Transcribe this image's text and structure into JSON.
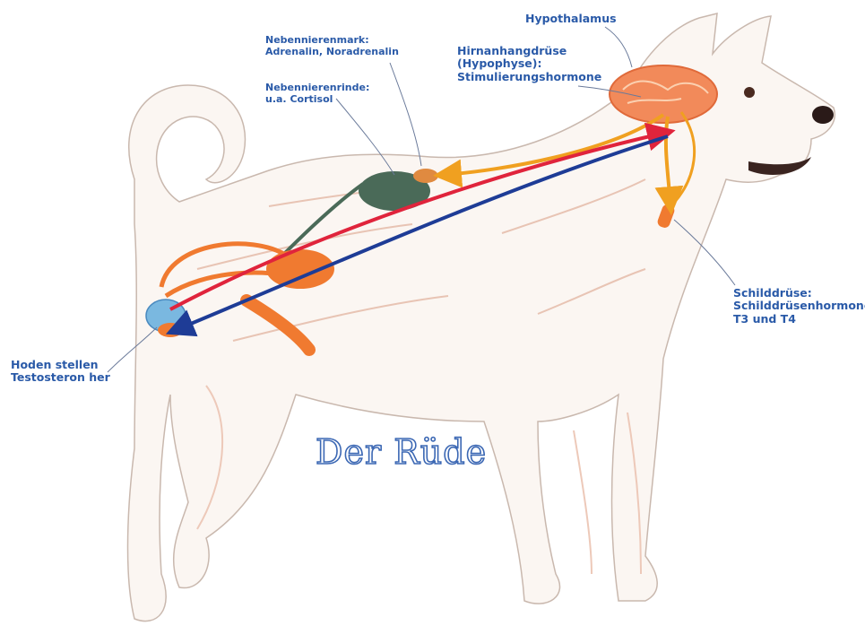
{
  "title": "Der Rüde",
  "labels": {
    "hypothalamus": [
      "Hypothalamus"
    ],
    "hypophyse": [
      "Hirnanhangdrüse",
      "(Hypophyse):",
      "Stimulierungshormone"
    ],
    "nebennierenmark": [
      "Nebennierenmark:",
      "Adrenalin, Noradrenalin"
    ],
    "nebennierenrinde": [
      "Nebennierenrinde:",
      "u.a. Cortisol"
    ],
    "schilddruese": [
      "Schilddrüse:",
      "Schilddrüsenhormone",
      "T3 und T4"
    ],
    "hoden": [
      "Hoden stellen",
      "Testosteron her"
    ]
  },
  "colors": {
    "label_text": "#2a5aa8",
    "hormone_arrow_orange": "#f0a020",
    "red_arrow": "#e0243c",
    "blue_arrow": "#1e3c96",
    "brain": "#f28a5a",
    "adrenal": "#4a6a58",
    "testes": "#f07a30",
    "thyroid": "#f07a30"
  }
}
